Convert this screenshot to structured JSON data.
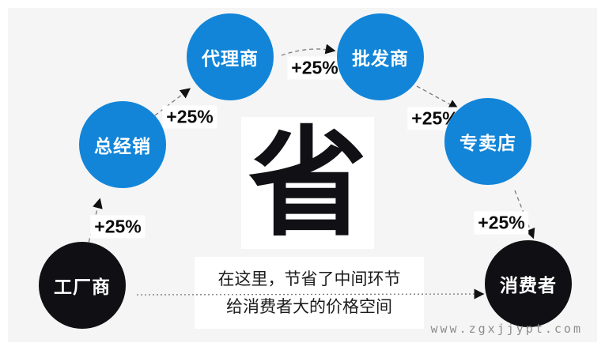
{
  "diagram": {
    "title_character": "省",
    "nodes": [
      {
        "id": "factory",
        "label": "工厂商",
        "color": "#101014"
      },
      {
        "id": "general-distributor",
        "label": "总经销",
        "color": "#1285d8"
      },
      {
        "id": "agent",
        "label": "代理商",
        "color": "#1285d8"
      },
      {
        "id": "wholesaler",
        "label": "批发商",
        "color": "#1285d8"
      },
      {
        "id": "specialty-store",
        "label": "专卖店",
        "color": "#1285d8"
      },
      {
        "id": "consumer",
        "label": "消费者",
        "color": "#101014"
      }
    ],
    "markups": [
      {
        "from": "factory",
        "to": "general-distributor",
        "label": "+25%"
      },
      {
        "from": "general-distributor",
        "to": "agent",
        "label": "+25%"
      },
      {
        "from": "agent",
        "to": "wholesaler",
        "label": "+25%"
      },
      {
        "from": "wholesaler",
        "to": "specialty-store",
        "label": "+25%"
      },
      {
        "from": "specialty-store",
        "to": "consumer",
        "label": "+25%"
      }
    ],
    "caption": {
      "line1": "在这里，节省了中间环节",
      "line2": "给消费者大的价格空间"
    },
    "watermark": "www.zgxjjypt.com",
    "colors": {
      "node_blue": "#1285d8",
      "node_black": "#101014",
      "background": "#f5f5f6",
      "arrow": "#7a7a7a",
      "arrowhead": "#111111"
    }
  }
}
